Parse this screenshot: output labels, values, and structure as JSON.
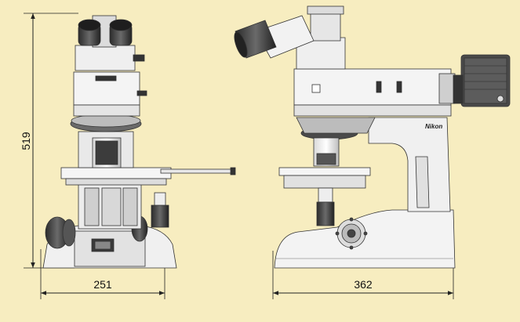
{
  "dimensions": {
    "height": "519",
    "front_width": "251",
    "side_depth": "362"
  },
  "brand_label": "Nikon",
  "colors": {
    "background": "#f7edc0",
    "body_light": "#f2f2f2",
    "body_mid": "#c8c8c8",
    "body_dark": "#3a3a3a",
    "camera": "#4a4a4a",
    "dimension_line": "#222222"
  }
}
